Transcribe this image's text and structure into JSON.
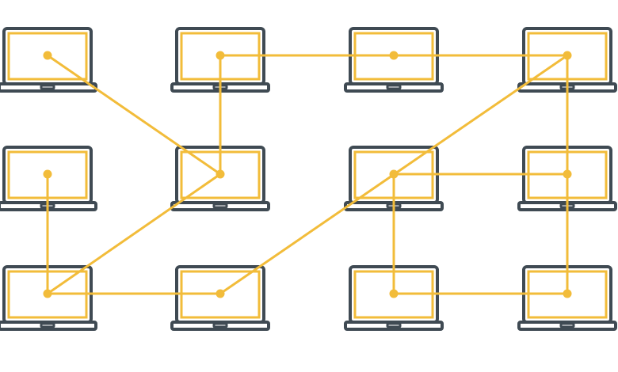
{
  "colors": {
    "laptop_frame": "#3f4a53",
    "screen_and_link": "#f2bc3a",
    "background": "#ffffff"
  },
  "nodes": [
    {
      "id": "r0c0",
      "row": 0,
      "col": 0
    },
    {
      "id": "r0c1",
      "row": 0,
      "col": 1
    },
    {
      "id": "r0c2",
      "row": 0,
      "col": 2
    },
    {
      "id": "r0c3",
      "row": 0,
      "col": 3
    },
    {
      "id": "r1c0",
      "row": 1,
      "col": 0
    },
    {
      "id": "r1c1",
      "row": 1,
      "col": 1
    },
    {
      "id": "r1c2",
      "row": 1,
      "col": 2
    },
    {
      "id": "r1c3",
      "row": 1,
      "col": 3
    },
    {
      "id": "r2c0",
      "row": 2,
      "col": 0
    },
    {
      "id": "r2c1",
      "row": 2,
      "col": 1
    },
    {
      "id": "r2c2",
      "row": 2,
      "col": 2
    },
    {
      "id": "r2c3",
      "row": 2,
      "col": 3
    }
  ],
  "edges": [
    [
      "r0c0",
      "r1c1"
    ],
    [
      "r0c1",
      "r1c1"
    ],
    [
      "r0c1",
      "r0c2"
    ],
    [
      "r0c2",
      "r0c3"
    ],
    [
      "r0c3",
      "r2c1"
    ],
    [
      "r0c3",
      "r1c3"
    ],
    [
      "r1c0",
      "r2c0"
    ],
    [
      "r1c1",
      "r2c0"
    ],
    [
      "r2c0",
      "r2c1"
    ],
    [
      "r1c2",
      "r1c3"
    ],
    [
      "r1c2",
      "r2c2"
    ],
    [
      "r1c3",
      "r2c3"
    ],
    [
      "r2c2",
      "r2c3"
    ]
  ]
}
